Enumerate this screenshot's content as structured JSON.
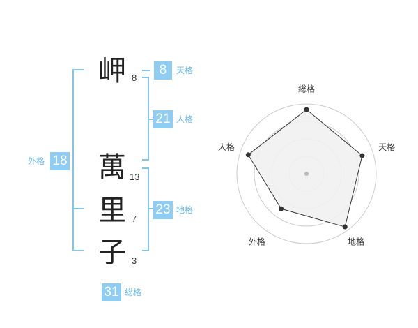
{
  "name": {
    "chars": [
      {
        "char": "岬",
        "strokes": "8"
      },
      {
        "char": "萬",
        "strokes": "13"
      },
      {
        "char": "里",
        "strokes": "7"
      },
      {
        "char": "子",
        "strokes": "3"
      }
    ]
  },
  "fortune": {
    "tenkaku": {
      "value": "8",
      "label": "天格"
    },
    "jinkaku": {
      "value": "21",
      "label": "人格"
    },
    "chikaku": {
      "value": "23",
      "label": "地格"
    },
    "gaikaku": {
      "value": "18",
      "label": "外格"
    },
    "soukaku": {
      "value": "31",
      "label": "総格"
    }
  },
  "chart_data": {
    "type": "radar",
    "axes": [
      "総格",
      "天格",
      "地格",
      "外格",
      "人格"
    ],
    "max": 5,
    "levels": 4,
    "values": [
      4.6,
      4.2,
      4.7,
      3.1,
      4.4
    ],
    "colors": {
      "fill": "#f1f1f1",
      "stroke": "#333333",
      "grid": "#cccccc",
      "point": "#333333"
    }
  }
}
